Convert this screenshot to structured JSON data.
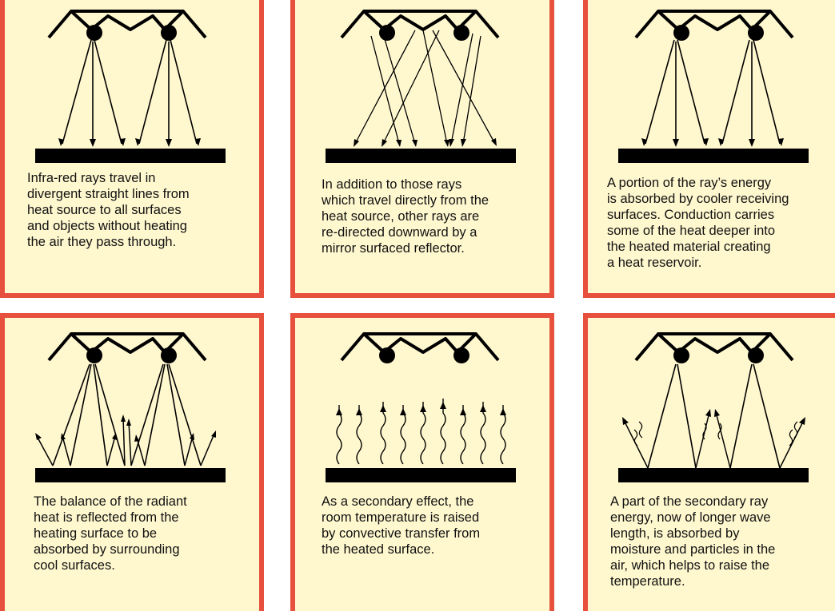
{
  "colors": {
    "border": "#e8503e",
    "background": "#fff8cf",
    "ink": "#000000"
  },
  "panels": [
    {
      "id": "direct-rays",
      "caption": "Infra-red rays travel in\ndivergent straight lines from\nheat source to all surfaces\nand objects without heating\nthe air they pass through."
    },
    {
      "id": "reflected-rays",
      "caption": "In addition to those rays\nwhich travel directly from the\nheat source, other rays are\nre-directed downward by a\nmirror surfaced reflector."
    },
    {
      "id": "absorption",
      "caption": "A portion of the ray’s energy\nis absorbed by cooler receiving\nsurfaces. Conduction carries\nsome of the heat deeper into\nthe heated material creating\na heat reservoir."
    },
    {
      "id": "re-radiation",
      "caption": "The balance of the radiant\nheat is reflected from the\nheating surface to be\nabsorbed by surrounding\ncool surfaces."
    },
    {
      "id": "convection",
      "caption": "As a secondary effect, the\nroom temperature is raised\nby convective transfer from\nthe heated surface."
    },
    {
      "id": "air-absorption",
      "caption": "A part of the secondary ray\nenergy, now of longer wave\nlength, is absorbed by\nmoisture and particles in the\nair, which helps to raise the\ntemperature."
    }
  ]
}
